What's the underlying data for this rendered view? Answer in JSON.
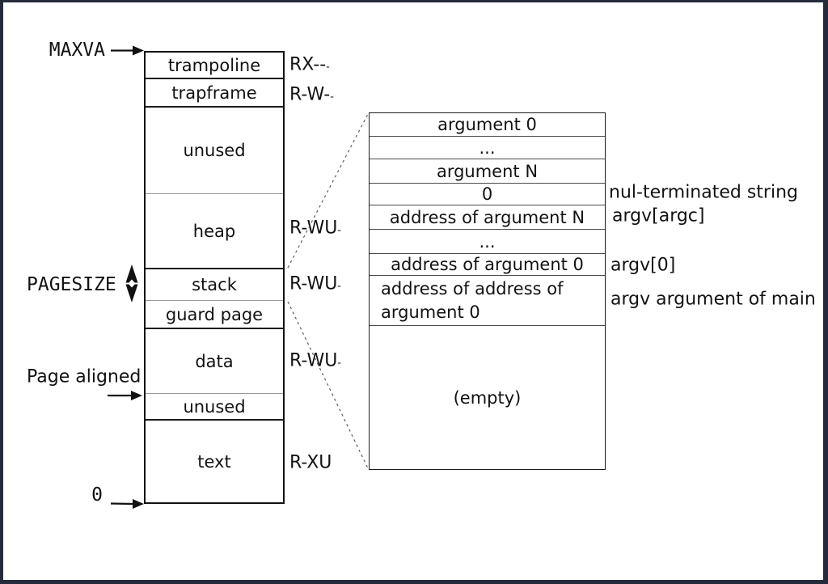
{
  "figure": {
    "left_labels": {
      "maxva": "MAXVA",
      "pagesize": "PAGESIZE",
      "page_aligned": "Page aligned",
      "zero": "0"
    },
    "memory_box": {
      "rows": [
        "trampoline",
        "trapframe",
        "unused",
        "heap",
        "stack",
        "guard page",
        "data",
        "unused",
        "text"
      ]
    },
    "permissions": [
      {
        "text": "RX--",
        "suffix": "-"
      },
      {
        "text": "R-W-",
        "suffix": "-"
      },
      {
        "text": "R-WU",
        "suffix": "-"
      },
      {
        "text": "R-WU",
        "suffix": "-"
      },
      {
        "text": "R-WU",
        "suffix": "-"
      },
      {
        "text": "R-XU",
        "suffix": ""
      }
    ],
    "stack_box": {
      "rows": [
        "argument 0",
        "...",
        "argument N",
        "0",
        "address of argument N",
        "...",
        "address of argument 0",
        "address of address of argument 0",
        "(empty)"
      ]
    },
    "annotations": {
      "nul": "nul-terminated string",
      "argv_argc": "argv[argc]",
      "argv_0": "argv[0]",
      "argv_main": "argv argument of main"
    },
    "colors": {
      "frame": "#262b3c",
      "ink": "#121212",
      "light_line": "#9a9a9a"
    }
  }
}
